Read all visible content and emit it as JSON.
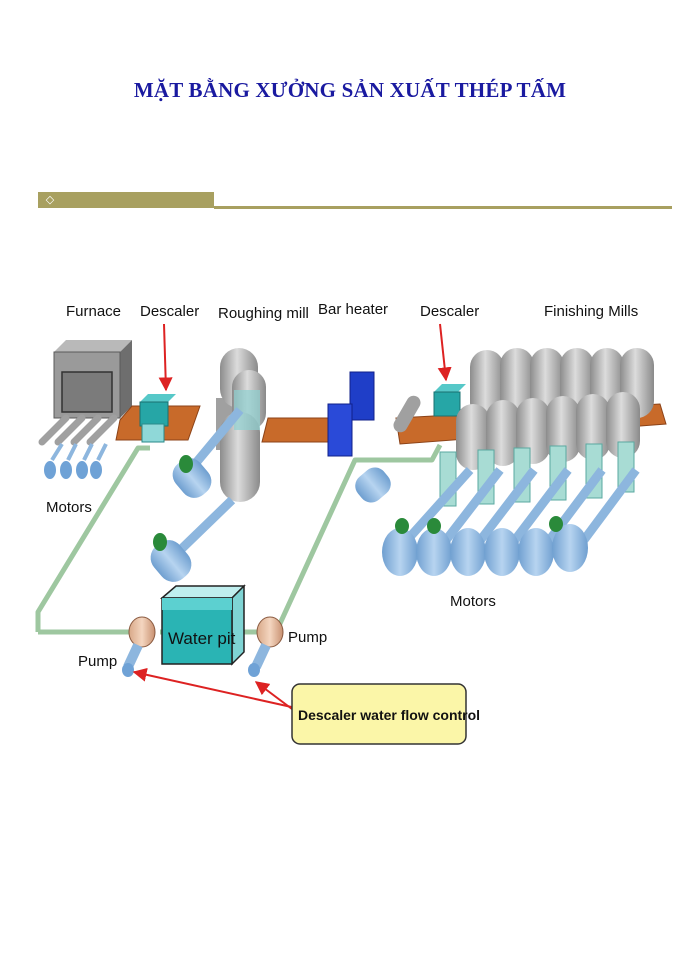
{
  "page": {
    "title": "MẶT BẰNG XƯỞNG SẢN XUẤT THÉP TẤM",
    "accent_color": "#a8a060",
    "title_color": "#1a1aa0"
  },
  "labels": {
    "furnace": "Furnace",
    "descaler_1": "Descaler",
    "roughing_mill": "Roughing mill",
    "bar_heater": "Bar heater",
    "descaler_2": "Descaler",
    "finishing_mills": "Finishing Mills",
    "motors_1": "Motors",
    "motors_2": "Motors",
    "water_pit": "Water pit",
    "pump_1": "Pump",
    "pump_2": "Pump",
    "control": "Descaler water flow control"
  }
}
